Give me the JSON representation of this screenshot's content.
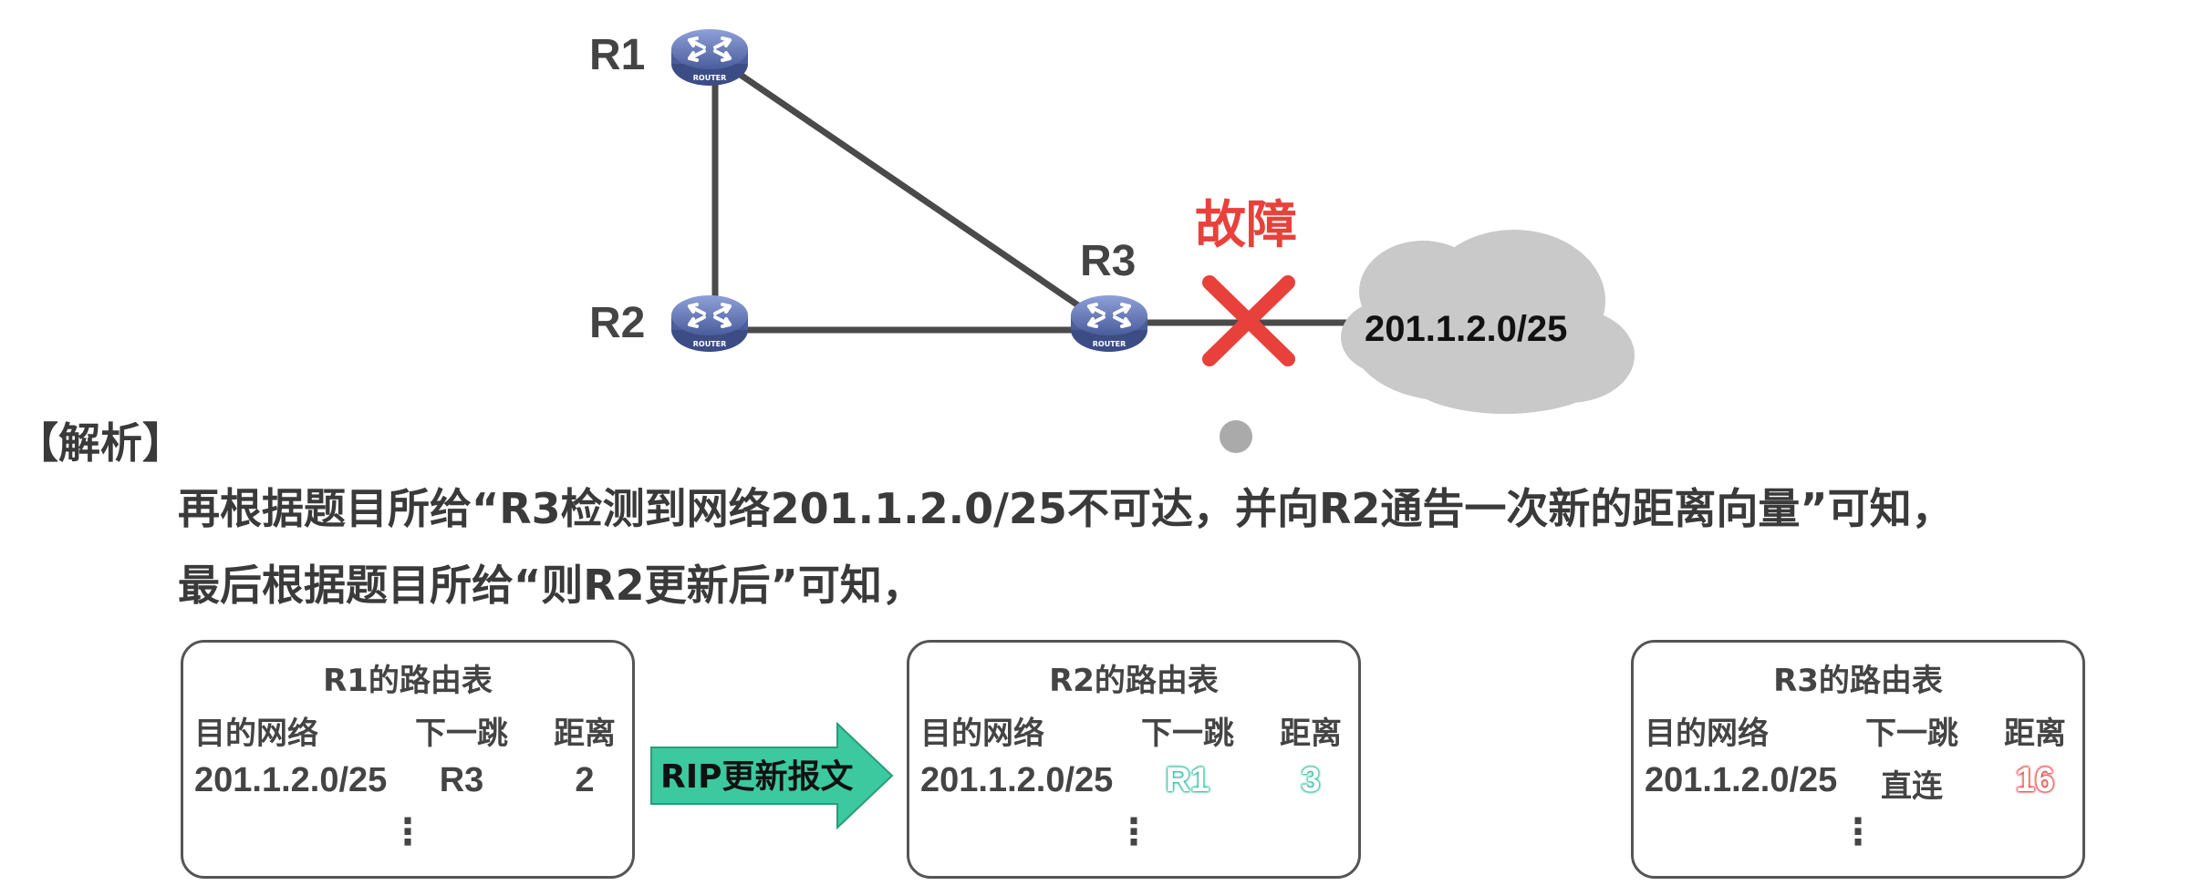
{
  "topology": {
    "routers": [
      {
        "name": "R1"
      },
      {
        "name": "R2"
      },
      {
        "name": "R3"
      }
    ],
    "router_icon_text": "ROUTER",
    "fault_label": "故障",
    "network": "201.1.2.0/25",
    "colors": {
      "link": "#4a4a4a",
      "fault": "#e8413b",
      "cloud": "#c9c9c9",
      "router": "#5a6ea8"
    }
  },
  "analysis": {
    "title": "【解析】",
    "line1": "再根据题目所给“R3检测到网络201.1.2.0/25不可达，并向R2通告一次新的距离向量”可知，",
    "line2": "最后根据题目所给“则R2更新后”可知，"
  },
  "tables": [
    {
      "title": "R1的路由表",
      "headers": [
        "目的网络",
        "下一跳",
        "距离"
      ],
      "row": {
        "network": "201.1.2.0/25",
        "next_hop": "R3",
        "distance": "2"
      },
      "more": "⋮"
    },
    {
      "title": "R2的路由表",
      "headers": [
        "目的网络",
        "下一跳",
        "距离"
      ],
      "row": {
        "network": "201.1.2.0/25",
        "next_hop": "R1",
        "distance": "3"
      },
      "more": "⋮"
    },
    {
      "title": "R3的路由表",
      "headers": [
        "目的网络",
        "下一跳",
        "距离"
      ],
      "row": {
        "network": "201.1.2.0/25",
        "next_hop": "直连",
        "distance": "16"
      },
      "more": "⋮"
    }
  ],
  "rip_arrow": {
    "label": "RIP更新报文",
    "color": "#3cc99f"
  }
}
